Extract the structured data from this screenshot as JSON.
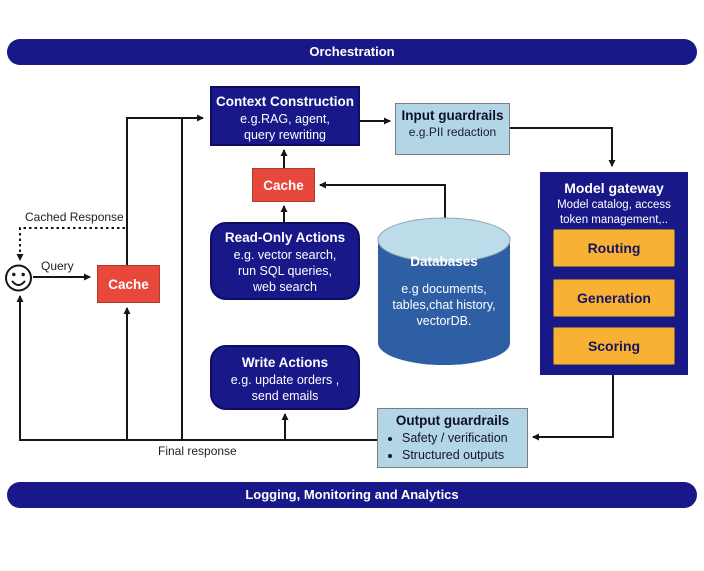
{
  "header": {
    "title": "Orchestration"
  },
  "footer": {
    "title": "Logging, Monitoring and Analytics"
  },
  "labels": {
    "cached_response": "Cached Response",
    "query": "Query",
    "final_response": "Final response"
  },
  "nodes": {
    "context_construction": {
      "title": "Context Construction",
      "subtitle": "e.g.RAG, agent,\nquery rewriting"
    },
    "input_guardrails": {
      "title": "Input guardrails",
      "subtitle": "e.g.PII redaction"
    },
    "model_gateway": {
      "title": "Model gateway",
      "subtitle": "Model catalog, access\ntoken management,..",
      "buttons": [
        {
          "label": "Routing"
        },
        {
          "label": "Generation"
        },
        {
          "label": "Scoring"
        }
      ]
    },
    "cache_top": {
      "label": "Cache"
    },
    "cache_left": {
      "label": "Cache"
    },
    "read_only_actions": {
      "title": "Read-Only Actions",
      "subtitle": "e.g. vector search,\nrun SQL queries,\nweb search"
    },
    "databases": {
      "title": "Databases",
      "subtitle": "e.g documents,\ntables,chat history,\nvectorDB."
    },
    "write_actions": {
      "title": "Write Actions",
      "subtitle": "e.g. update orders ,\nsend emails"
    },
    "output_guardrails": {
      "title": "Output guardrails",
      "items": [
        "Safety / verification",
        "Structured outputs"
      ]
    }
  },
  "icons": {
    "user": "smiley-face-icon"
  },
  "colors": {
    "navy": "#181889",
    "red": "#e8483b",
    "yellow": "#f8b133",
    "light_blue": "#b3d6e7",
    "cylinder_body": "#2e5fa5",
    "cylinder_top": "#bcdcea",
    "line": "#161616"
  }
}
